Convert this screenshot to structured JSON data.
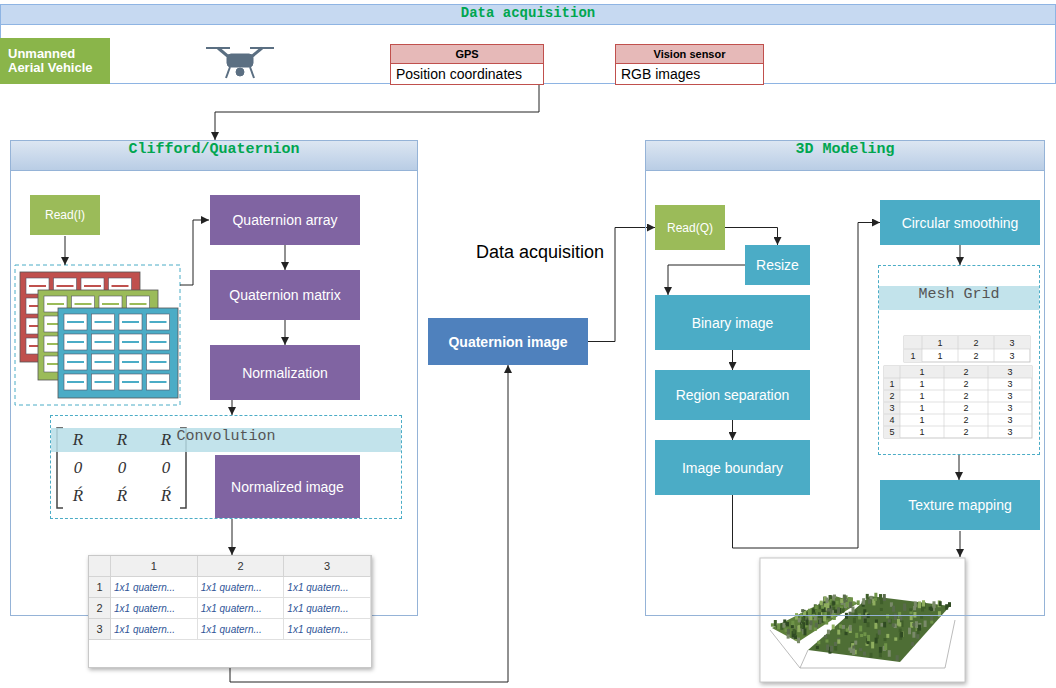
{
  "diagram": {
    "nodes": [
      {
        "text": [
          "Data acquisition"
        ]
      },
      {
        "text": [
          "Unmanned Aerial Vehicle"
        ],
        "in": 0
      },
      {
        "text": [
          "GPS",
          "Position coordinates"
        ],
        "in": 0
      },
      {
        "text": [
          "Vision sensor",
          "RGB images"
        ],
        "in": 0
      },
      {
        "text": [
          "Clifford/Quaternion"
        ]
      },
      {
        "text": [
          "Read(I)"
        ],
        "in": 4
      },
      {
        "text": [
          "Quaternion array"
        ],
        "in": 4
      },
      {
        "text": [
          "Quaternion matrix"
        ],
        "in": 4
      },
      {
        "text": [
          "Normalization"
        ],
        "in": 4
      },
      {
        "text": [
          "Convolution"
        ],
        "in": 4
      },
      {
        "text": [
          "Normalized image"
        ],
        "in": 9
      },
      {
        "text": [
          "1",
          "2",
          "3",
          "1",
          "1x1 quatern...",
          "1x1 quatern...",
          "1x1 quatern...",
          "2",
          "1x1 quatern...",
          "1x1 quatern...",
          "1x1 quatern...",
          "3",
          "1x1 quatern...",
          "1x1 quatern...",
          "1x1 quatern..."
        ],
        "in": 4
      },
      {
        "text": [
          "Quaternion image"
        ]
      },
      {
        "text": [
          "3D Modeling"
        ]
      },
      {
        "text": [
          "Read(Q)"
        ],
        "in": 13
      },
      {
        "text": [
          "Resize"
        ],
        "in": 13
      },
      {
        "text": [
          "Binary image"
        ],
        "in": 13
      },
      {
        "text": [
          "Region separation"
        ],
        "in": 13
      },
      {
        "text": [
          "Image boundary"
        ],
        "in": 13
      },
      {
        "text": [
          "Circular smoothing"
        ],
        "in": 13
      },
      {
        "text": [
          "Mesh Grid"
        ],
        "in": 13
      },
      {
        "text": [
          "Texture mapping"
        ],
        "in": 13
      }
    ],
    "edges": [
      {
        "from": 2,
        "to": 4,
        "arrow": "to"
      },
      {
        "from": 6,
        "to": 7,
        "arrow": "to"
      },
      {
        "from": 7,
        "to": 8,
        "arrow": "to"
      },
      {
        "from": 8,
        "to": 9,
        "arrow": "to"
      },
      {
        "from": 9,
        "to": 11,
        "arrow": "to"
      },
      {
        "from": 11,
        "to": 12,
        "arrow": "to"
      },
      {
        "from": 12,
        "to": 14,
        "arrow": "to"
      },
      {
        "from": 14,
        "to": 15,
        "arrow": "to"
      },
      {
        "from": 15,
        "to": 16,
        "arrow": "to"
      },
      {
        "from": 16,
        "to": 17,
        "arrow": "to"
      },
      {
        "from": 17,
        "to": 18,
        "arrow": "to"
      },
      {
        "from": 18,
        "to": 19,
        "arrow": "to"
      },
      {
        "from": 19,
        "to": 20,
        "arrow": "to"
      },
      {
        "from": 20,
        "to": 21,
        "arrow": "to"
      }
    ],
    "labels": [
      "Data acquisition",
      "R",
      "R",
      "R",
      "0",
      "0",
      "0",
      "Ŕ",
      "Ŕ",
      "Ŕ",
      "1",
      "2",
      "3",
      "1",
      "1",
      "2",
      "3",
      "1",
      "2",
      "3",
      "1",
      "1",
      "2",
      "3",
      "2",
      "1",
      "2",
      "3",
      "3",
      "1",
      "2",
      "3",
      "4",
      "1",
      "2",
      "3",
      "5",
      "1",
      "2",
      "3"
    ]
  }
}
